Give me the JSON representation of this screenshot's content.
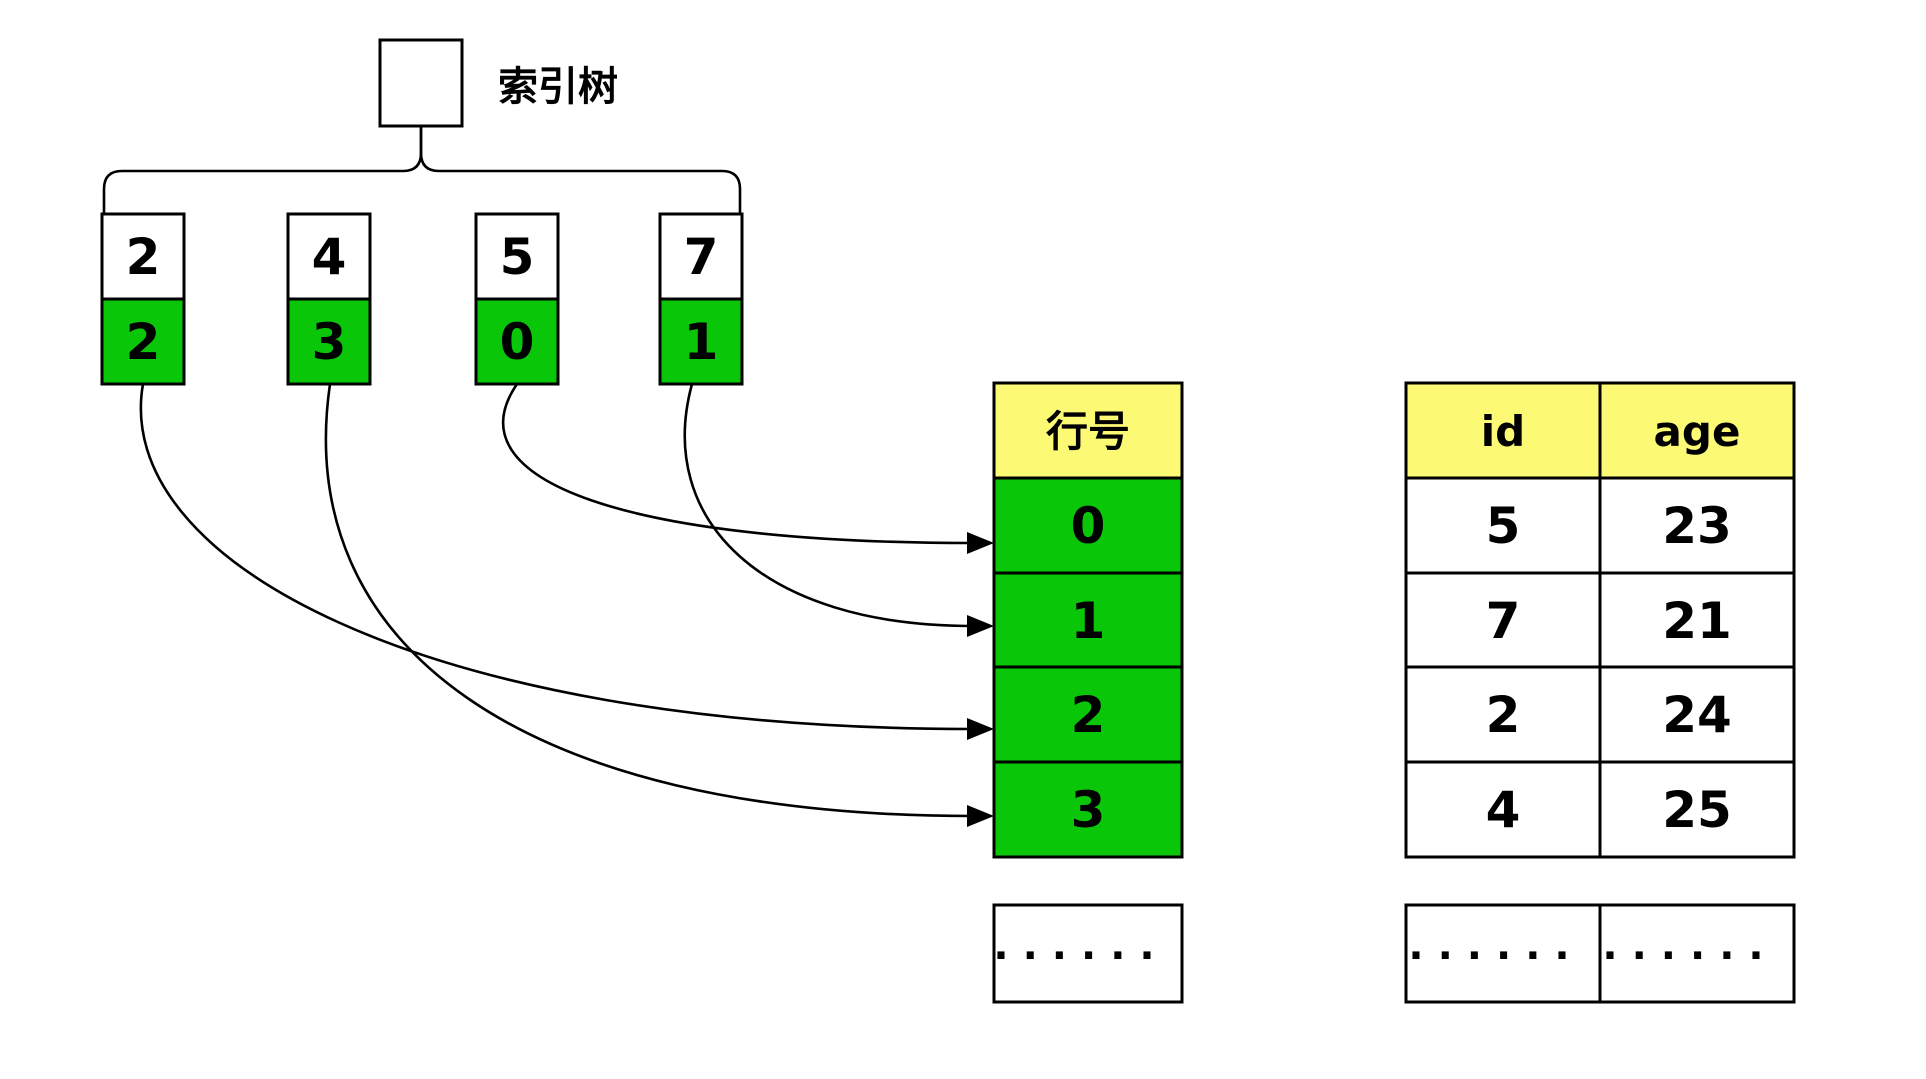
{
  "diagram": {
    "title_label": "索引树",
    "colors": {
      "leaf_row_fill": "#0ac609",
      "header_fill": "#fcfa74",
      "stroke": "#000000",
      "background": "#ffffff"
    },
    "leaves": [
      {
        "key": "2",
        "row": "2"
      },
      {
        "key": "4",
        "row": "3"
      },
      {
        "key": "5",
        "row": "0"
      },
      {
        "key": "7",
        "row": "1"
      }
    ],
    "connections": [
      {
        "from_key": "2",
        "to_row": "2"
      },
      {
        "from_key": "4",
        "to_row": "3"
      },
      {
        "from_key": "5",
        "to_row": "0"
      },
      {
        "from_key": "7",
        "to_row": "1"
      }
    ],
    "row_table": {
      "header": "行号",
      "rows": [
        "0",
        "1",
        "2",
        "3"
      ],
      "ellipsis": "......"
    },
    "data_table": {
      "headers": [
        "id",
        "age"
      ],
      "rows": [
        [
          "5",
          "23"
        ],
        [
          "7",
          "21"
        ],
        [
          "2",
          "24"
        ],
        [
          "4",
          "25"
        ]
      ],
      "ellipsis": [
        "......",
        "......"
      ]
    }
  }
}
